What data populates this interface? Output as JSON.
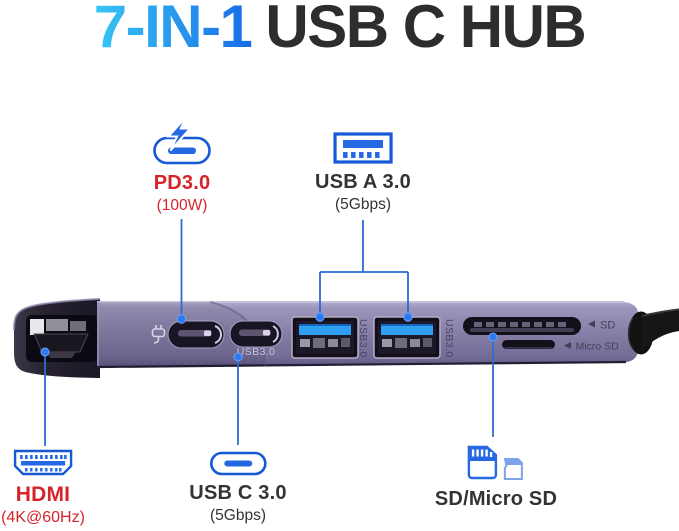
{
  "title": {
    "highlight": "7-IN-1",
    "rest": "USB C HUB"
  },
  "callouts": {
    "pd": {
      "label": "PD3.0",
      "sub": "(100W)"
    },
    "usb_a": {
      "label": "USB A 3.0",
      "sub": "(5Gbps)"
    },
    "hdmi": {
      "label": "HDMI",
      "sub": "(4K@60Hz)"
    },
    "usb_c": {
      "label": "USB C 3.0",
      "sub": "(5Gbps)"
    },
    "sd": {
      "label": "SD/Micro SD"
    }
  },
  "device": {
    "markings": {
      "usb_c_data": "USB3.0",
      "usb_a_left": "USB3.0",
      "usb_a_right": "USB3.0",
      "sd": "SD",
      "micro_sd": "Micro SD"
    }
  },
  "colors": {
    "title_gradient_start": "#38c6f4",
    "title_gradient_end": "#1565e6",
    "title_dark": "#2d2d2d",
    "label_red": "#d6242b",
    "label_dark": "#333333",
    "icon_outline_blue": "#1659d6",
    "icon_fill_blue": "#2468e4",
    "callout_line_blue": "#2d6bd6",
    "callout_dot_blue": "#2e7bf0",
    "hub_body_purple": "#877fa6",
    "usb_tab_blue": "#2f9ff2"
  }
}
